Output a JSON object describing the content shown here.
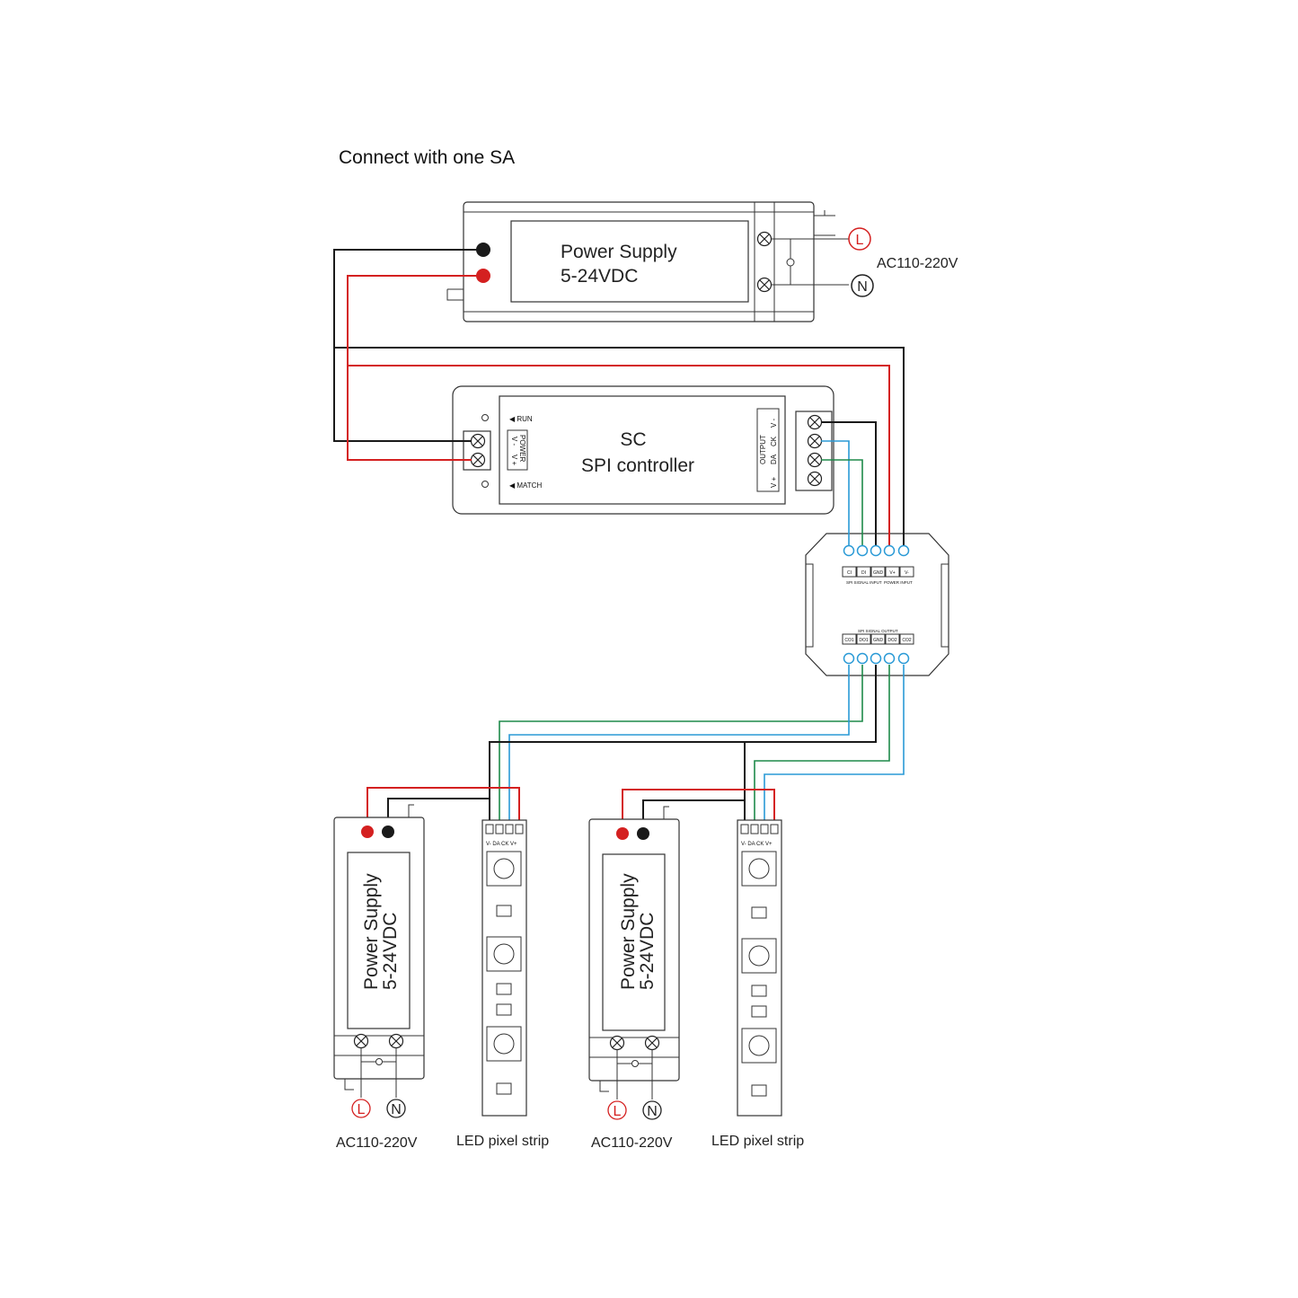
{
  "title": "Connect with one SA",
  "main_psu": {
    "line1": "Power Supply",
    "line2": "5-24VDC"
  },
  "ac": {
    "label": "AC110-220V",
    "live": "L",
    "neutral": "N"
  },
  "controller": {
    "title": "SC",
    "subtitle": "SPI controller",
    "run": "RUN",
    "match": "MATCH",
    "power_label": "POWER",
    "power_minus": "V -",
    "power_plus": "V +",
    "output_label": "OUTPUT",
    "out_v_minus": "V -",
    "out_ck": "CK",
    "out_da": "DA",
    "out_v_plus": "V +"
  },
  "amplifier": {
    "inputs": [
      "CI",
      "DI",
      "GND",
      "V+",
      "V-"
    ],
    "spi_signal_input": "SPI SIGNAL INPUT",
    "power_input": "POWER INPUT",
    "spi_signal_output": "SPI SIGNAL OUTPUT",
    "outputs": [
      "CO1",
      "DO1",
      "GND",
      "DO2",
      "CO2"
    ]
  },
  "branches": [
    {
      "psu_line1": "Power Supply",
      "psu_line2": "5-24VDC",
      "ac": "AC110-220V",
      "strip": "LED pixel strip",
      "strip_pins": "V- DA CK V+"
    },
    {
      "psu_line1": "Power Supply",
      "psu_line2": "5-24VDC",
      "ac": "AC110-220V",
      "strip": "LED pixel strip",
      "strip_pins": "V- DA CK V+"
    }
  ],
  "colors": {
    "black_wire": "#1a1a1a",
    "red_wire": "#d42020",
    "green_wire": "#1e8a4a",
    "blue_wire": "#2a9ad6",
    "live_marker": "#d42020"
  }
}
